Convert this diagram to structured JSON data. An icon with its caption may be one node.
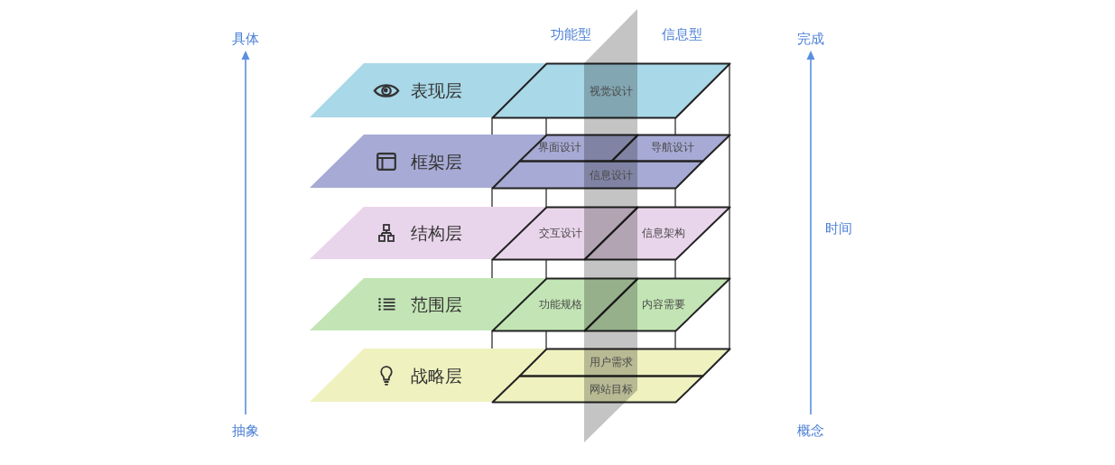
{
  "diagram": {
    "nodes": [
      {
        "text": [
          "表现层"
        ]
      },
      {
        "text": [
          "视觉设计"
        ],
        "in": 0
      },
      {
        "text": [
          "框架层"
        ]
      },
      {
        "text": [
          "界面设计"
        ],
        "in": 2
      },
      {
        "text": [
          "导航设计"
        ],
        "in": 2
      },
      {
        "text": [
          "信息设计"
        ],
        "in": 2
      },
      {
        "text": [
          "结构层"
        ]
      },
      {
        "text": [
          "交互设计"
        ],
        "in": 6
      },
      {
        "text": [
          "信息架构"
        ],
        "in": 6
      },
      {
        "text": [
          "范围层"
        ]
      },
      {
        "text": [
          "功能规格"
        ],
        "in": 9
      },
      {
        "text": [
          "内容需要"
        ],
        "in": 9
      },
      {
        "text": [
          "战略层"
        ]
      },
      {
        "text": [
          "用户需求"
        ],
        "in": 12
      },
      {
        "text": [
          "网站目标"
        ],
        "in": 12
      }
    ],
    "labels": [
      "具体",
      "功能型",
      "信息型",
      "完成",
      "时间",
      "抽象",
      "概念"
    ]
  }
}
